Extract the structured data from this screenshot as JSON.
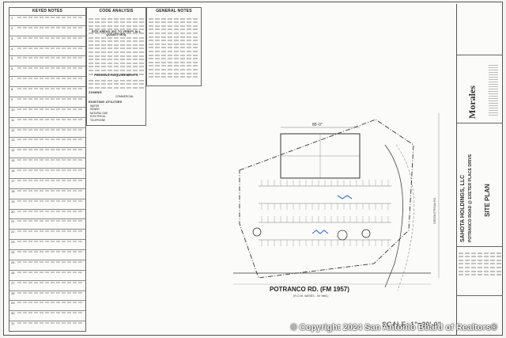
{
  "headers": {
    "keyed_notes": "KEYED NOTES",
    "code_analysis": "CODE ANALYSIS",
    "general_notes": "GENERAL NOTES",
    "site_areas": "SITE AREAS (DO TO VERIFY ALL QUANTITIES)",
    "parking": "PARKING REQUIREMENTS",
    "zoning": "ZONING",
    "existing_utilities": "EXISTING UTILITIES"
  },
  "zoning_value": "COMMERCIAL",
  "utilities": [
    "WATER",
    "SEWER",
    "NATURAL GAS",
    "ELECTRICAL",
    "TELEPHONE"
  ],
  "keyed_numbers": [
    "1",
    "2",
    "3",
    "4",
    "5",
    "6",
    "7",
    "8",
    "9",
    "10",
    "11",
    "12",
    "13",
    "14",
    "15",
    "16",
    "17",
    "18",
    "19",
    "20",
    "21",
    "22",
    "23",
    "24",
    "25",
    "26",
    "27",
    "28",
    "29",
    "30",
    "31"
  ],
  "plan": {
    "road_name": "POTRANCO RD. (FM 1957)",
    "road_sub": "(R.O.W. VARIES - 90' MIN.)",
    "dim_top": "85'-0\"",
    "side_road": "GREENSTREAM RD."
  },
  "title_block": {
    "firm": "Morales",
    "project_line1": "SAHOTA HOLDINGS, LLC",
    "project_line2": "POTRANCO ROAD @ EXETER PLACE DRIVE",
    "sheet_title": "SITE PLAN"
  },
  "scale_text": "SCALE: 1\"=20'-0\"",
  "watermark": "© Copyright 2024 San Antonio Board of Realtors®"
}
